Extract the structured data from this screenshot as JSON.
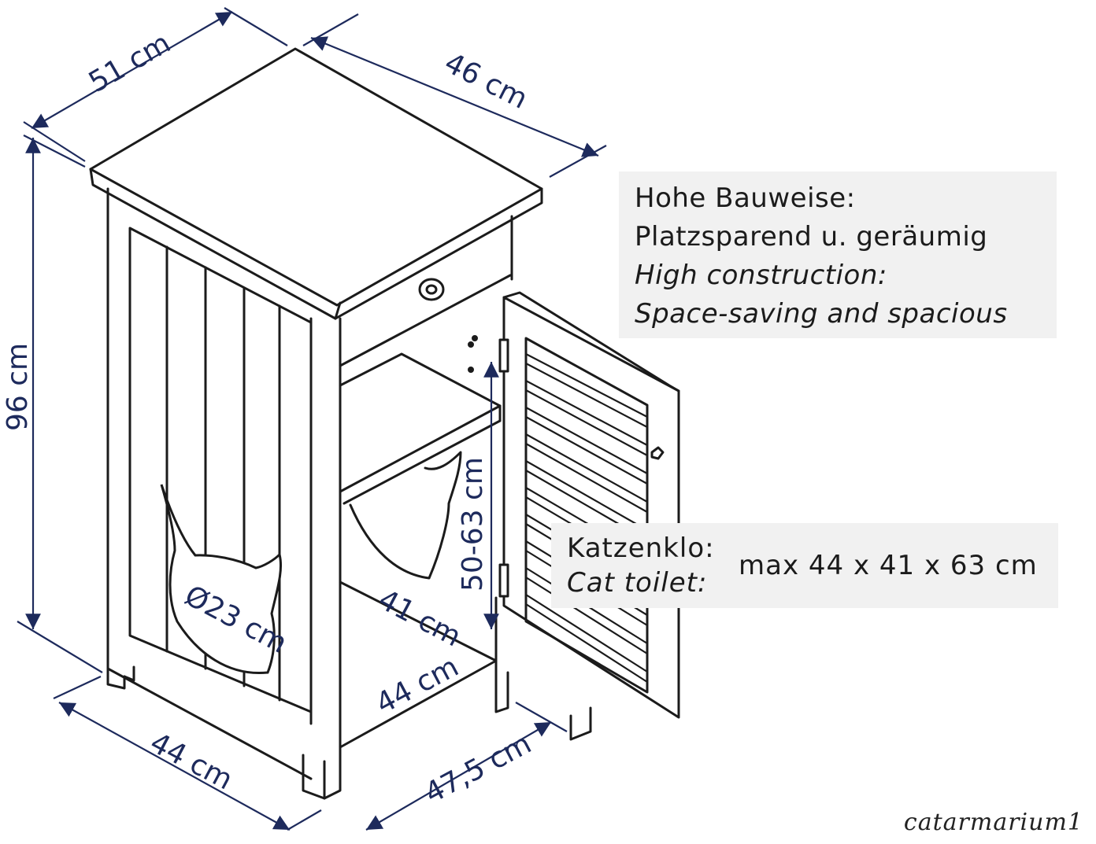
{
  "dimensions": {
    "depth_top": "51 cm",
    "width_top": "46 cm",
    "height": "96 cm",
    "front_width": "44 cm",
    "side_depth": "47,5 cm",
    "inner_height": "50-63 cm",
    "inner_depth": "41 cm",
    "inner_width": "44 cm",
    "opening_diameter": "Ø23 cm"
  },
  "info": {
    "line1": "Hohe Bauweise:",
    "line2": "Platzsparend u. geräumig",
    "line3": "High construction:",
    "line4": "Space-saving and spacious"
  },
  "cat_toilet": {
    "label_de": "Katzenklo:",
    "label_en": "Cat toilet:",
    "value": "max 44 x 41 x 63 cm"
  },
  "brand": "catarmarium1",
  "colors": {
    "line": "#1b1b1b",
    "dimension": "#1d2a5c",
    "box_bg": "#f1f1f1"
  }
}
